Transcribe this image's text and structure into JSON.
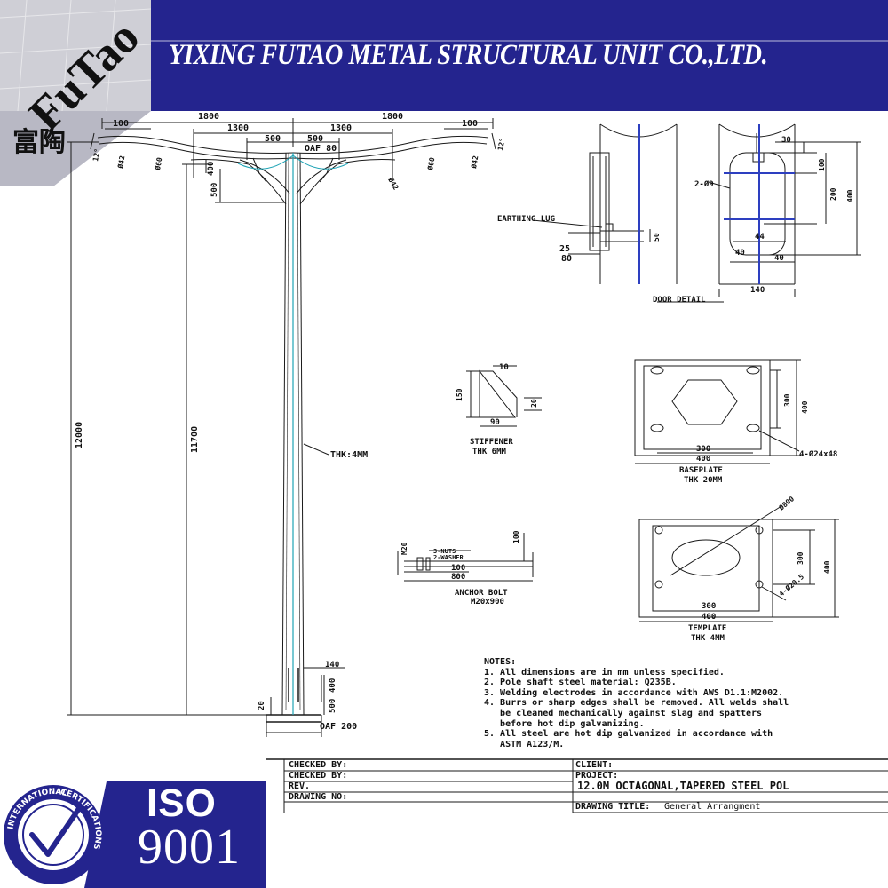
{
  "header": {
    "title": "YIXING FUTAO METAL STRUCTURAL UNIT  CO.,LTD."
  },
  "logo": {
    "chinese": "富陶",
    "wordmark": "FuTao"
  },
  "dims": {
    "top_1800_left": "1800",
    "top_1800_right": "1800",
    "d1300_left": "1300",
    "d1300_right": "1300",
    "d500_left": "500",
    "d500_right": "500",
    "d100_left": "100",
    "d100_right": "100",
    "oaf80": "OAF 80",
    "h400": "400",
    "h500": "500",
    "r1_left": "Ø42",
    "r2_left": "Ø60",
    "r1_right": "Ø42",
    "r2_right": "Ø60",
    "r3_right": "Ø42",
    "angle_left": "12°",
    "angle_right": "12°",
    "h12000": "12000",
    "h11700": "11700",
    "thk": "THK:4MM",
    "b140": "140",
    "b400": "400",
    "b500": "500",
    "b20": "20",
    "oaf200": "OAF  200"
  },
  "door": {
    "earthing": "EARTHING  LUG",
    "d25": "25",
    "d80": "80",
    "d50": "50",
    "d30": "30",
    "d100": "100",
    "d200": "200",
    "d400": "400",
    "d2phi9": "2-Ø9",
    "d44": "44",
    "d40a": "40",
    "d40b": "40",
    "d140": "140",
    "title": "DOOR  DETAIL"
  },
  "stiffener": {
    "d10": "10",
    "d150": "150",
    "d20": "20",
    "d90": "90",
    "title": "STIFFENER",
    "thk": "THK  6MM"
  },
  "baseplate": {
    "d300h": "300",
    "d400h": "400",
    "d300": "300",
    "d400": "400",
    "holes": "4-Ø24x48",
    "title": "BASEPLATE",
    "thk": "THK  20MM"
  },
  "anchor": {
    "m20": "M20",
    "nuts": "3-NUTS",
    "washer": "2-WASHER",
    "d100v": "100",
    "d100": "100",
    "d800": "800",
    "title": "ANCHOR  BOLT",
    "size": "M20x900"
  },
  "template": {
    "d800": "Ø800",
    "d300h": "300",
    "d400h": "400",
    "d300": "300",
    "d400": "400",
    "holes": "4-Ø20.5",
    "title": "TEMPLATE",
    "thk": "THK  4MM"
  },
  "notes": {
    "heading": "NOTES:",
    "lines": [
      "1. All dimensions are in mm unless specified.",
      "2. Pole shaft steel material: Q235B.",
      "3. Welding electrodes in accordance with AWS D1.1:M2002.",
      "4. Burrs or sharp edges shall be removed. All welds shall",
      "   be cleaned mechanically against slag and spatters",
      "   before hot dip galvanizing.",
      "5. All steel are hot dip galvanized in accordance with",
      "   ASTM A123/M."
    ]
  },
  "title_block": {
    "checked1": "CHECKED BY:",
    "checked2": "CHECKED BY:",
    "rev": "REV.",
    "drawing_no": "DRAWING NO:",
    "client": "CLIENT:",
    "project": "PROJECT:",
    "project_value": "12.0M OCTAGONAL,TAPERED STEEL POL",
    "drawing_title": "DRAWING TITLE:",
    "drawing_title_value": "General Arrangment"
  },
  "iso": {
    "text": "ISO",
    "number": "9001",
    "ring_top": "INTERNATIONAL",
    "ring_right": "CERTIFICATIONS"
  },
  "colors": {
    "header": "#24248e",
    "shaft": "#1fa3b5",
    "door_blue": "#2d3fc0",
    "iso_panel": "#24248e"
  }
}
